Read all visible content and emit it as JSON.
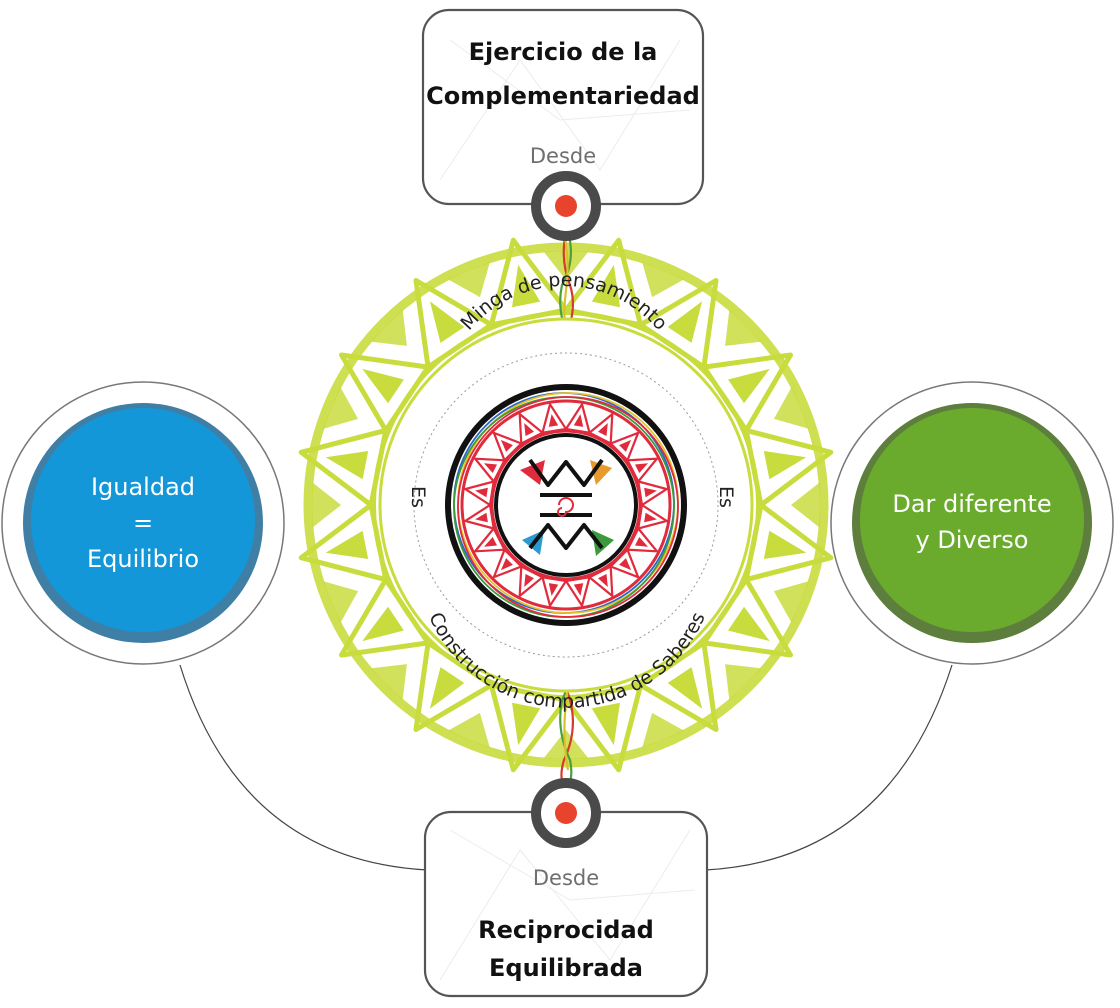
{
  "diagram": {
    "top_box": {
      "title_lines": [
        "Ejercicio de la",
        "Complementariedad"
      ],
      "caption": "Desde"
    },
    "bottom_box": {
      "caption": "Desde",
      "title_lines": [
        "Reciprocidad",
        "Equilibrada"
      ]
    },
    "left_circle": {
      "lines": [
        "Igualdad",
        "=",
        "Equilibrio"
      ],
      "fill_color": "#1397d8",
      "rim_color": "#3f7fa6"
    },
    "right_circle": {
      "lines": [
        "Dar diferente",
        "y Diverso"
      ],
      "fill_color": "#6aab2e",
      "rim_color": "#5d7e3d"
    },
    "center_ring": {
      "top_text": "Minga de pensamiento",
      "bottom_text": "Construcción compartida de Saberes",
      "left_text": "Es",
      "right_text": "Es"
    },
    "colors": {
      "sun_ring": "#c9dc3e",
      "connector_dot": "#e8432c",
      "connector_ring": "#4a4a4a",
      "mandala_red": "#e02b3c"
    },
    "icons": [
      "sun-ring-icon",
      "mandala-icon",
      "connector-dot-icon"
    ]
  }
}
